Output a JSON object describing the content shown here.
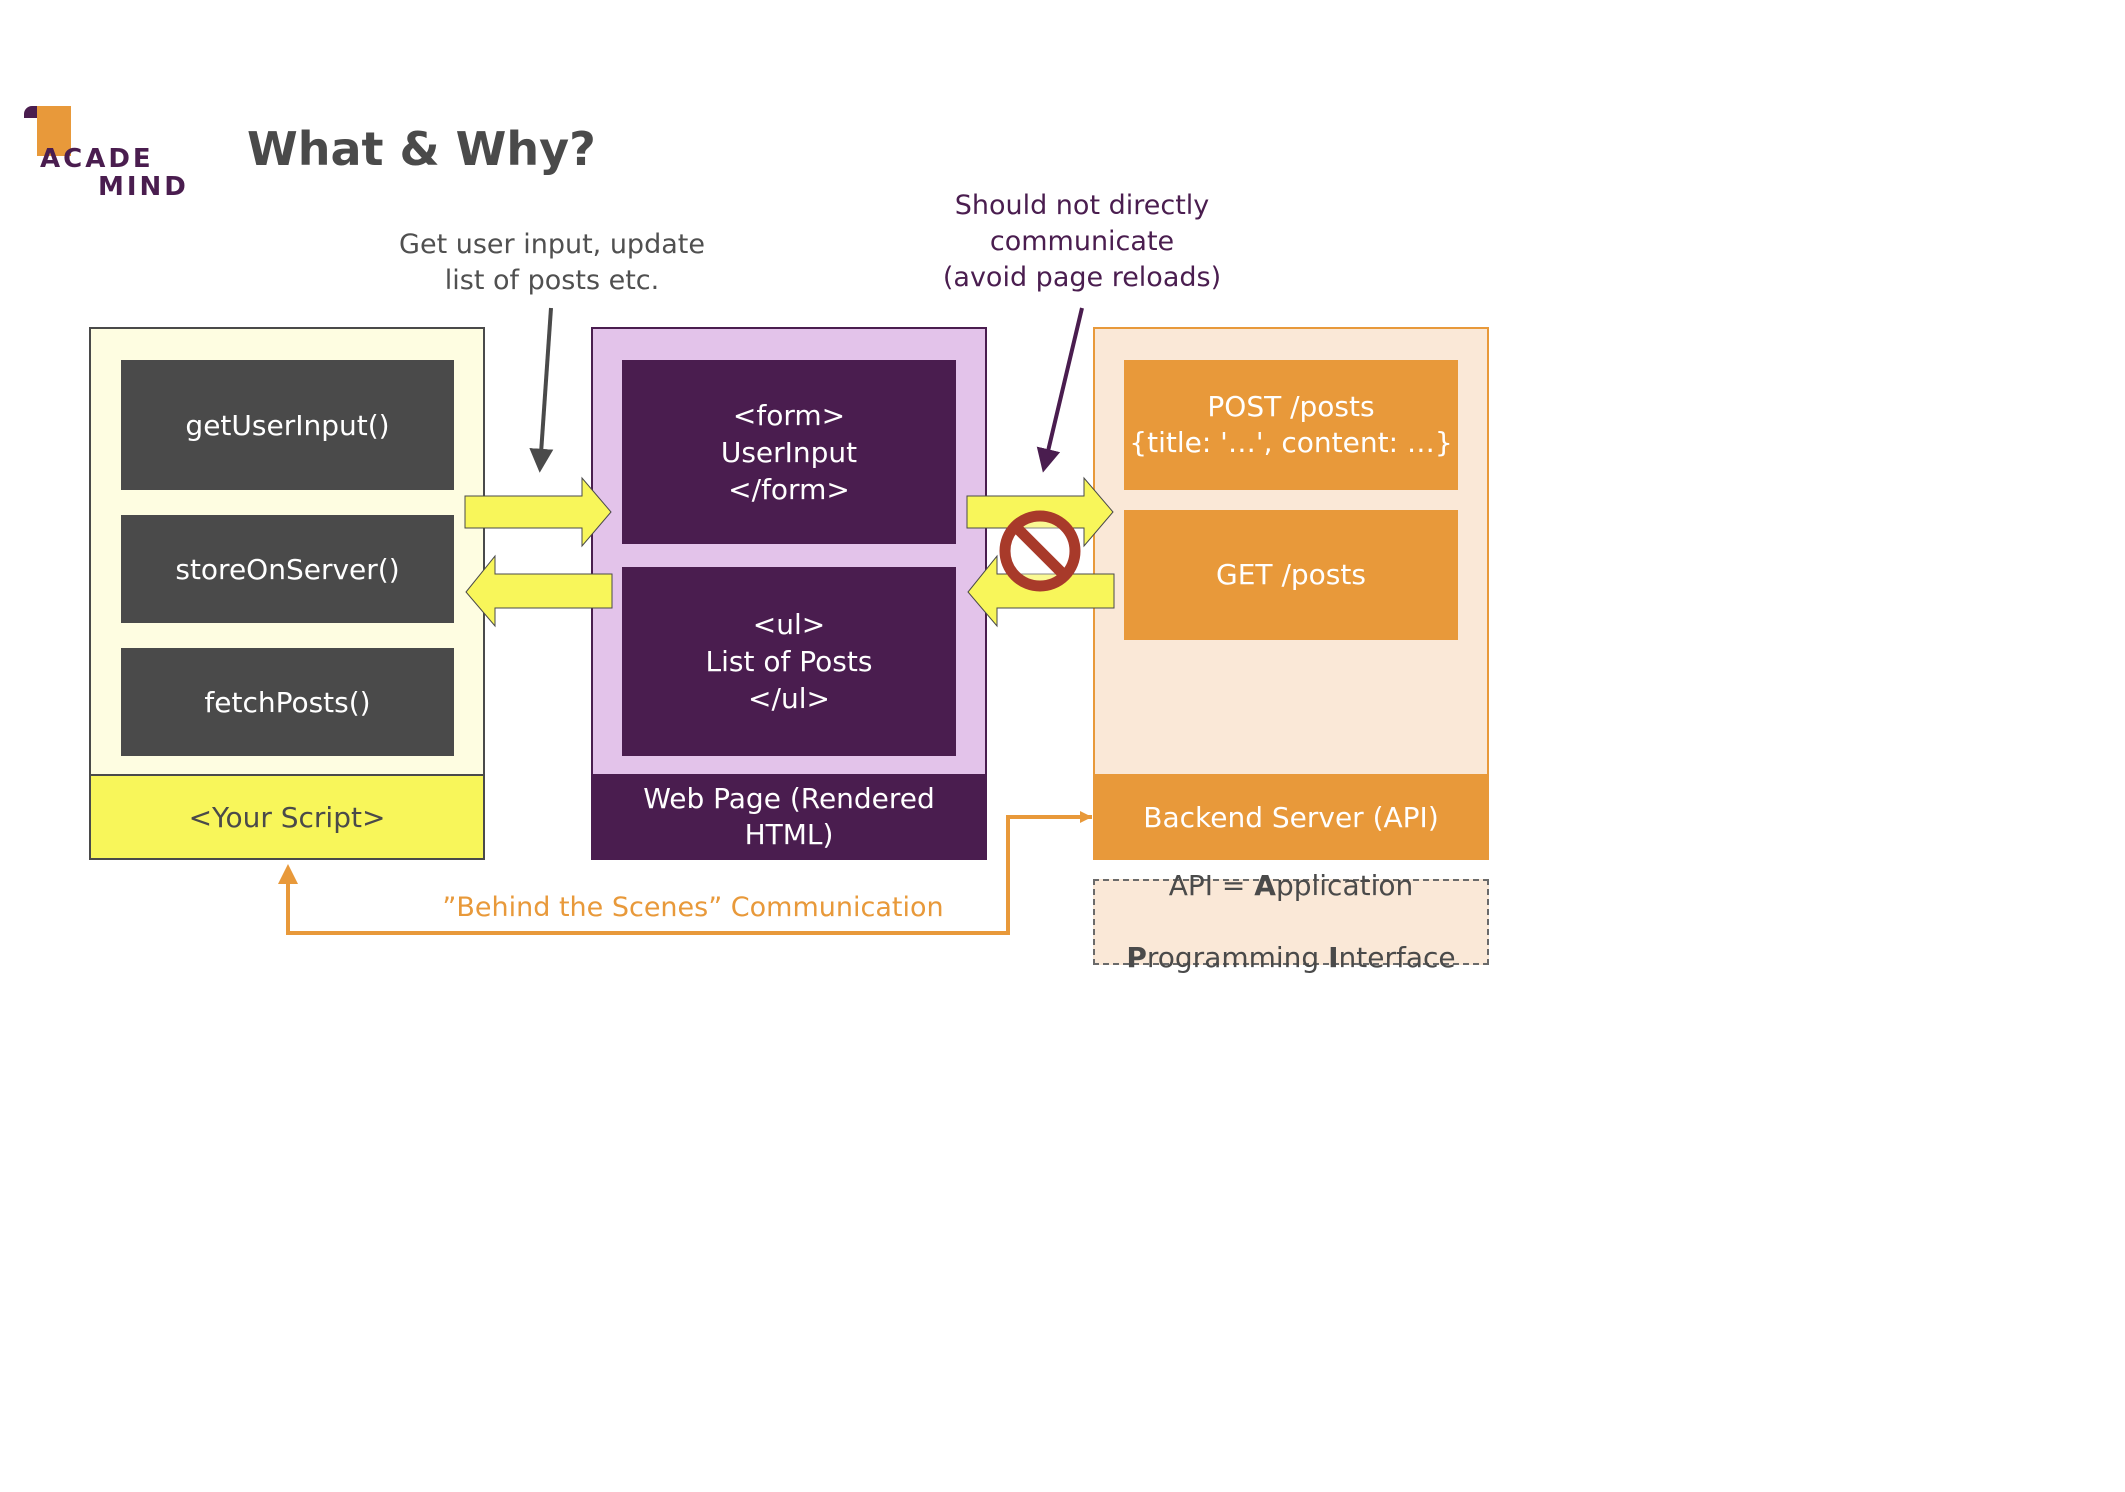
{
  "logo": {
    "line1": "ACADE",
    "line2": "MIND"
  },
  "title": "What & Why?",
  "annotations": {
    "user_input_note": "Get user input, update\nlist of posts etc.",
    "no_direct_note": "Should not directly\ncommunicate\n(avoid page reloads)",
    "behind_scenes_note": "”Behind the Scenes” Communication"
  },
  "script_panel": {
    "functions": [
      "getUserInput()",
      "storeOnServer()",
      "fetchPosts()"
    ],
    "footer": "<Your Script>"
  },
  "web_panel": {
    "form_box": "<form>\nUserInput\n</form>",
    "list_box": "<ul>\nList of Posts\n</ul>",
    "footer": "Web Page (Rendered\nHTML)"
  },
  "backend_panel": {
    "post_box": "POST /posts\n{title: '…', content: …}",
    "get_box": "GET /posts",
    "footer": "Backend Server (API)"
  },
  "api_definition": {
    "line1": {
      "prefix": "API = ",
      "bold": "A",
      "rest": "pplication"
    },
    "line2": {
      "bold1": "P",
      "mid": "rogramming ",
      "bold2": "I",
      "rest": "nterface"
    }
  },
  "colors": {
    "script_bg": "#fefde1",
    "script_footer": "#f8f65a",
    "web_bg": "#e3c3ea",
    "web_dark": "#4a1d4f",
    "backend_bg": "#fae8d7",
    "backend_orange": "#e8993a",
    "arrow_yellow": "#f8f65a",
    "forbidden_red": "#a83a2a"
  },
  "icons": {
    "forbidden": "prohibited-icon"
  }
}
